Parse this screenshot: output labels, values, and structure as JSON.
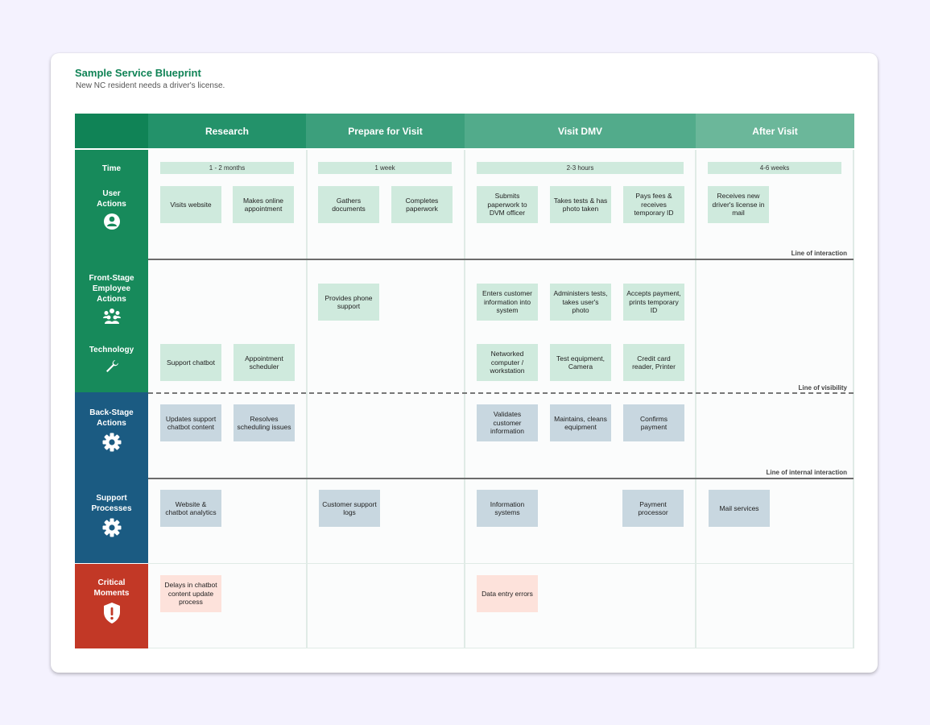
{
  "title": "Sample Service Blueprint",
  "subtitle": "New NC resident needs a driver's license.",
  "colors": {
    "page_bg": "#f4f2fe",
    "accent_green": "#108356",
    "frontstage_green": "#178a5b",
    "backstage_blue": "#1b5b82",
    "critical_red": "#c23826",
    "green_card": "#cfeadd",
    "blue_card": "#c8d7e0",
    "pink_card": "#fde2db"
  },
  "columns": [
    {
      "label": "Research"
    },
    {
      "label": "Prepare for Visit"
    },
    {
      "label": "Visit DMV"
    },
    {
      "label": "After Visit"
    }
  ],
  "rows": {
    "time": "Time",
    "user_actions": {
      "label": "User Actions",
      "icon": "user-icon"
    },
    "frontstage": {
      "label": "Front-Stage Employee Actions",
      "icon": "people-icon"
    },
    "technology": {
      "label": "Technology",
      "icon": "wrench-icon"
    },
    "backstage": {
      "label": "Back-Stage Actions",
      "icon": "gear-icon"
    },
    "support": {
      "label": "Support Processes",
      "icon": "gear-icon"
    },
    "critical": {
      "label": "Critical Moments",
      "icon": "shield-alert-icon"
    }
  },
  "time": [
    "1 - 2 months",
    "1 week",
    "2-3 hours",
    "4-6 weeks"
  ],
  "lines": {
    "interaction": "Line of interaction",
    "visibility": "Line of visibility",
    "internal": "Line of internal interaction"
  },
  "user_actions": {
    "research": [
      "Visits website",
      "Makes online appointment"
    ],
    "prepare": [
      "Gathers documents",
      "Completes paperwork"
    ],
    "visit": [
      "Submits paperwork to DVM officer",
      "Takes tests & has photo taken",
      "Pays fees & receives temporary ID"
    ],
    "after": [
      "Receives new driver's license in mail"
    ]
  },
  "frontstage": {
    "prepare": [
      "Provides phone support"
    ],
    "visit": [
      "Enters customer information into system",
      "Administers tests, takes user's  photo",
      "Accepts payment, prints temporary ID"
    ]
  },
  "technology": {
    "research": [
      "Support chatbot",
      "Appointment scheduler"
    ],
    "visit": [
      "Networked computer / workstation",
      "Test equipment, Camera",
      "Credit card reader, Printer"
    ]
  },
  "backstage": {
    "research": [
      "Updates support chatbot content",
      "Resolves scheduling issues"
    ],
    "visit": [
      "Validates customer information",
      "Maintains, cleans equipment",
      "Confirms payment"
    ]
  },
  "support": {
    "research": [
      "Website & chatbot analytics"
    ],
    "prepare": [
      "Customer support logs"
    ],
    "visit": [
      "Information systems",
      "Payment processor"
    ],
    "after": [
      "Mail services"
    ]
  },
  "critical": {
    "research": [
      "Delays in chatbot content update process"
    ],
    "visit": [
      "Data entry errors"
    ]
  }
}
